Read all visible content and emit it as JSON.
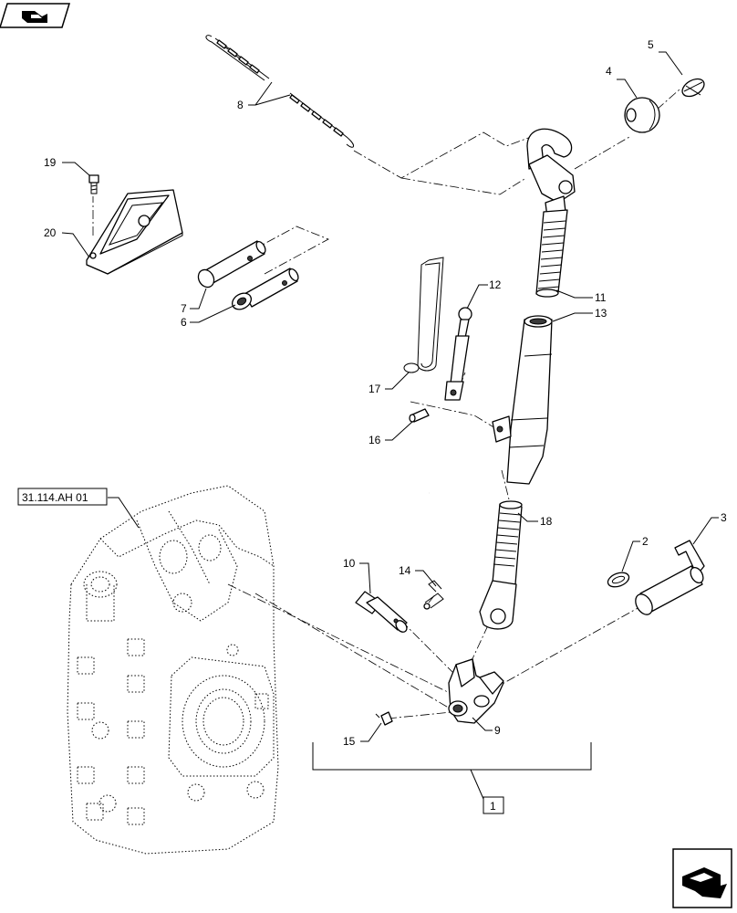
{
  "reference_label": "31.114.AH 01",
  "assembly_label": "1",
  "icons": {
    "top_left": "previous-page-arrow-icon",
    "bottom_right": "next-page-arrow-icon"
  },
  "callouts": [
    "1",
    "2",
    "3",
    "4",
    "5",
    "6",
    "7",
    "8",
    "9",
    "10",
    "11",
    "12",
    "13",
    "14",
    "15",
    "16",
    "17",
    "18",
    "19",
    "20"
  ]
}
